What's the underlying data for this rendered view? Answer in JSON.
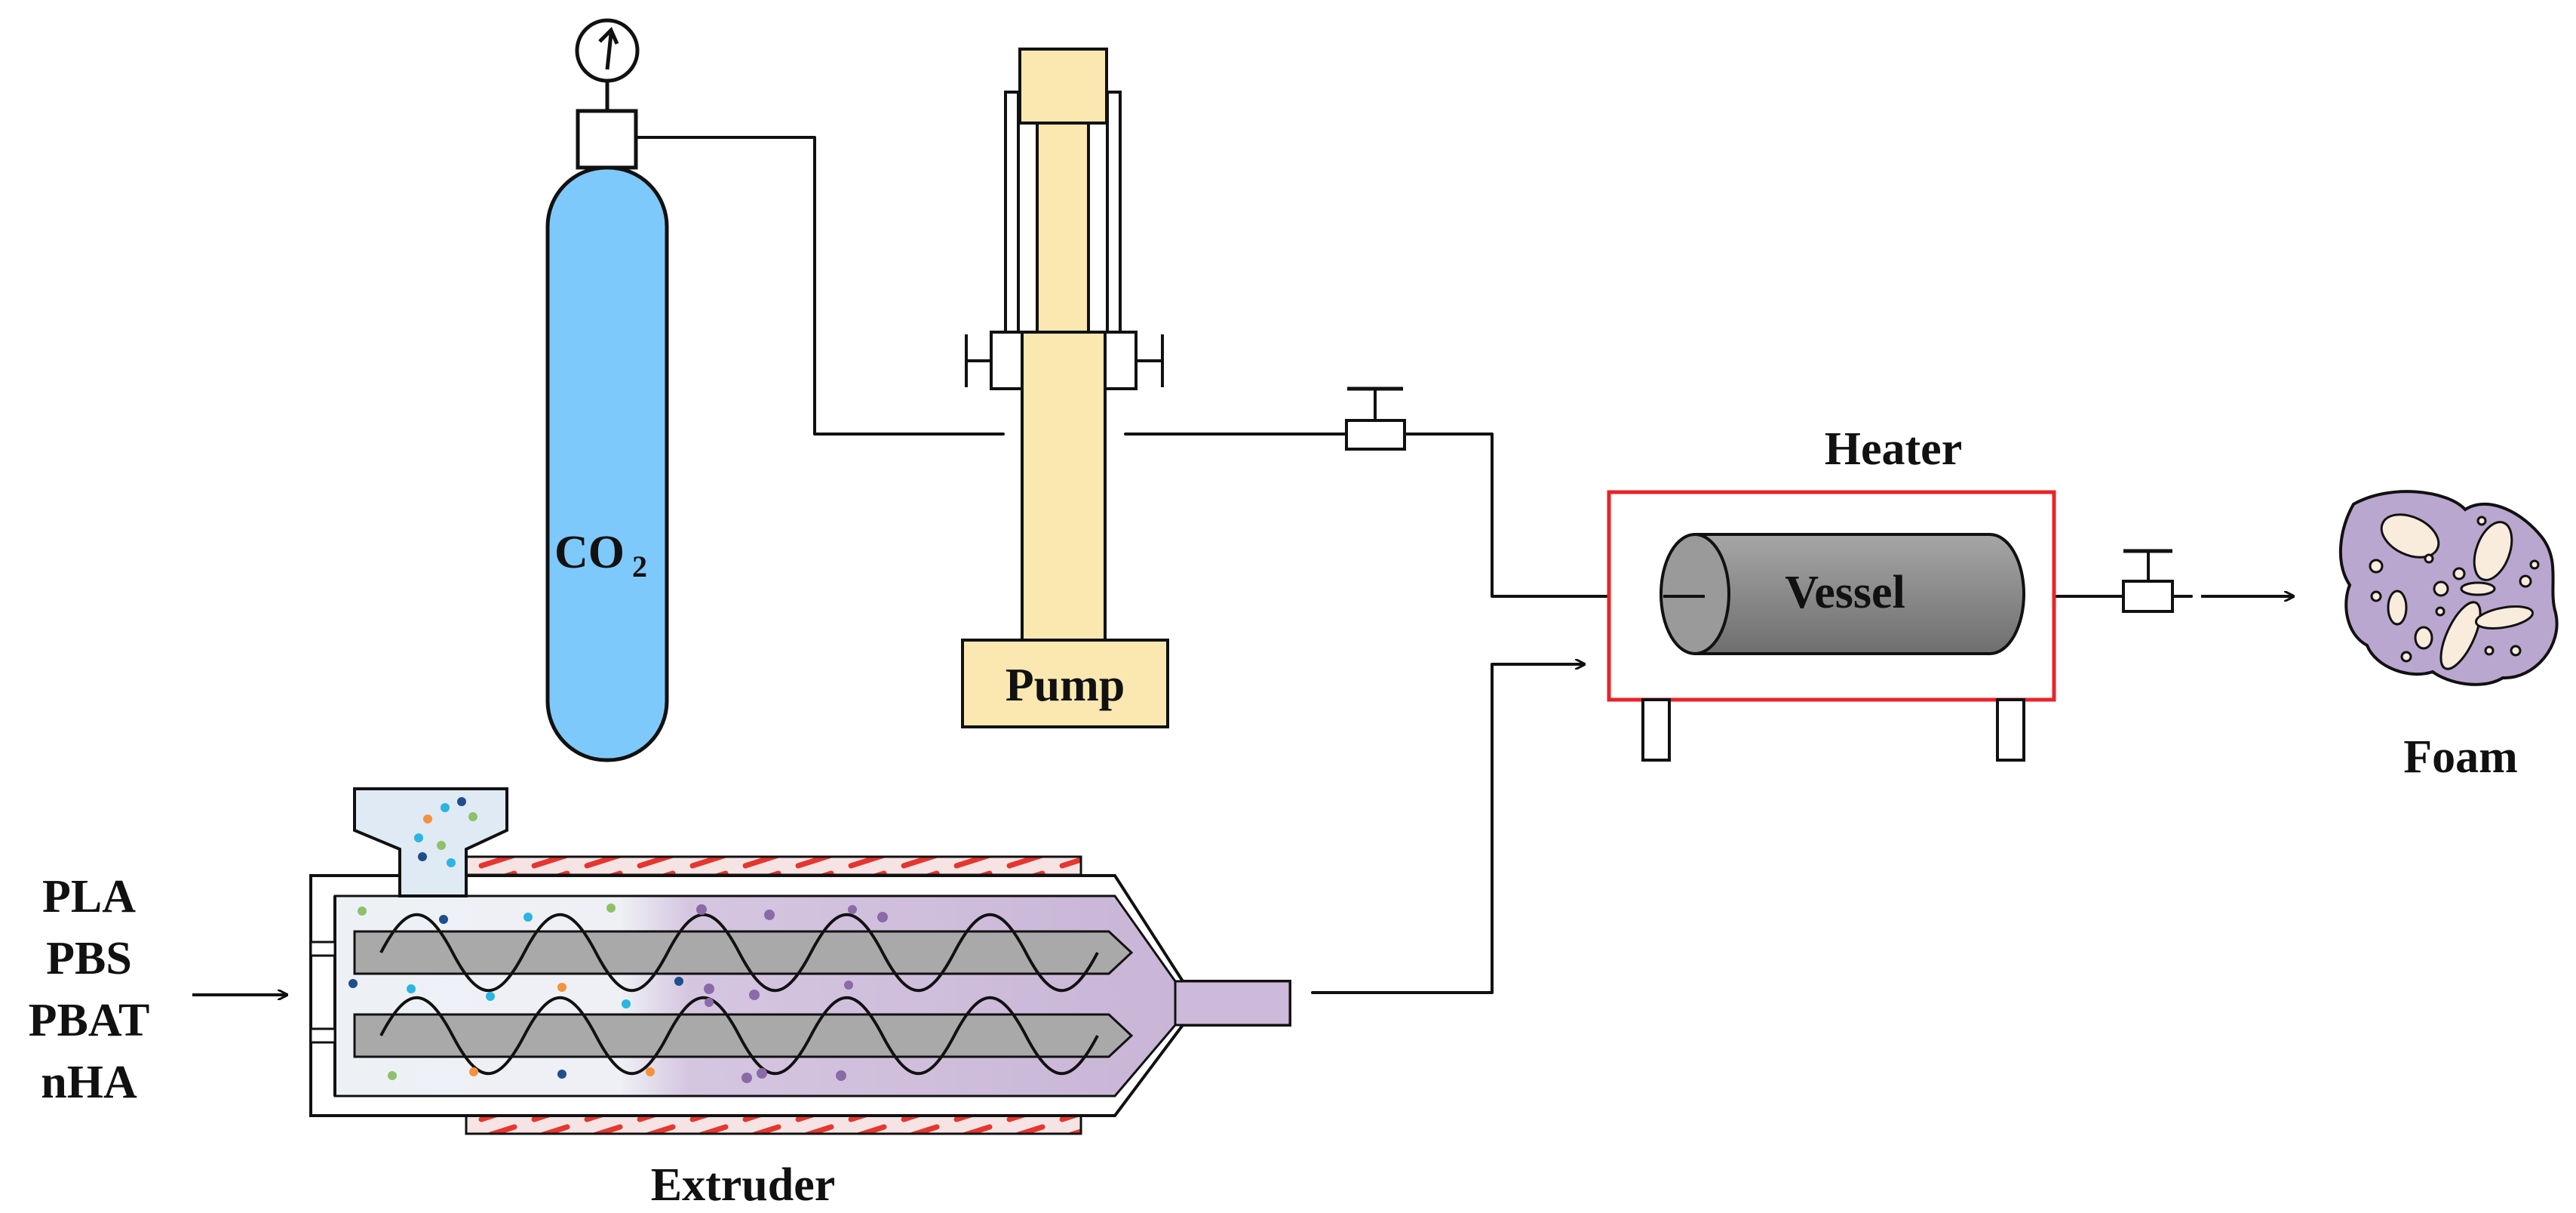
{
  "labels": {
    "gas": "CO",
    "gas_subscript": "2",
    "pump": "Pump",
    "heater": "Heater",
    "vessel": "Vessel",
    "foam": "Foam",
    "extruder": "Extruder"
  },
  "materials": [
    "PLA",
    "PBS",
    "PBAT",
    "nHA"
  ],
  "colors": {
    "cylinder": "#7ec9fb",
    "pump": "#fbe8b0",
    "heater_frame": "#e8232a",
    "vessel": "#8c8c8c",
    "foam_body": "#b9a7cf",
    "foam_pore": "#f9ecdc",
    "screw": "#a9a9a9",
    "barrel_blend": "#cdb9d9",
    "barrel_feed": "#edf1f6",
    "heater_band": "#e5362f",
    "hopper": "#dfeaf4"
  }
}
